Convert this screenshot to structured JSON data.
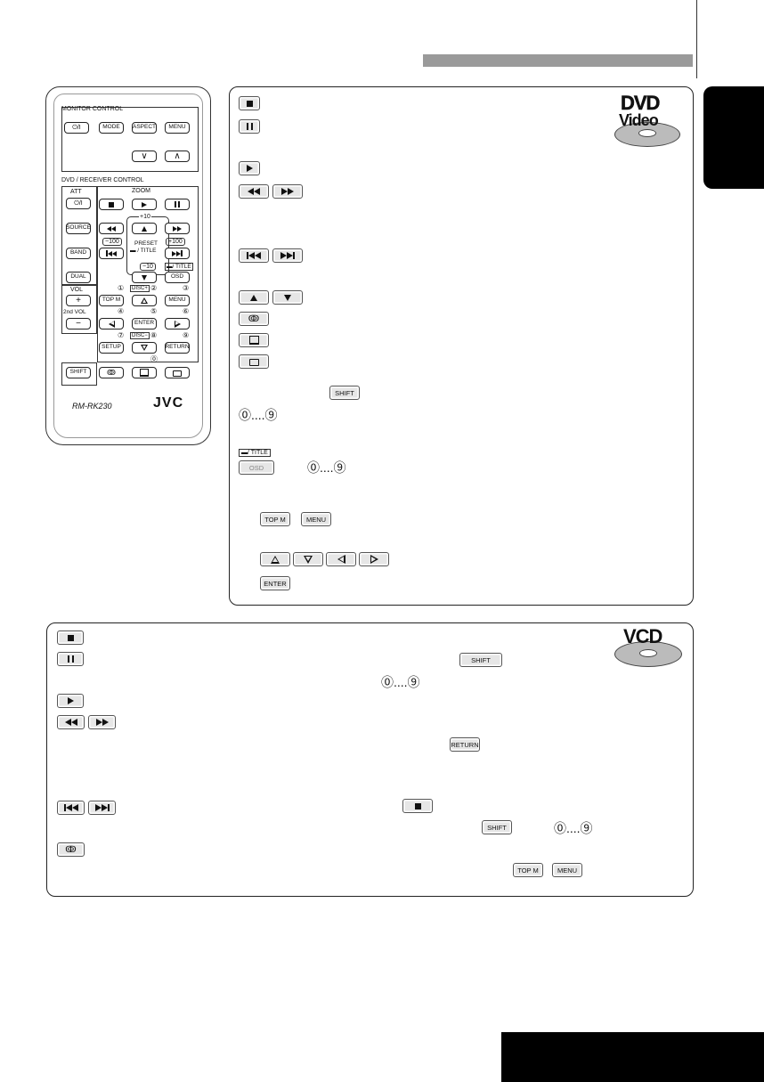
{
  "remote": {
    "monitor_control": "MONITOR  CONTROL",
    "dvd_receiver_control": "DVD / RECEIVER  CONTROL",
    "power_label": "⏻/I",
    "mode": "MODE",
    "aspect": "ASPECT",
    "menu": "MENU",
    "att": "ATT",
    "source": "SOURCE",
    "band": "BAND",
    "dual": "DUAL",
    "vol": "VOL",
    "plus": "+",
    "second_vol": "2nd  VOL",
    "minus": "−",
    "zoom": "ZOOM",
    "plus10": "+10",
    "minus100": "−100",
    "plus100": "+100",
    "minus10": "−10",
    "preset": "PRESET",
    "title_folder": "▬ / TITLE",
    "title_tag": "▬/ TITLE",
    "osd": "OSD",
    "top_m": "TOP M",
    "disc_plus": "DISC+",
    "disc_minus": "DISC−",
    "enter": "ENTER",
    "setup": "SETUP",
    "return": "RETURN",
    "shift": "SHIFT",
    "model": "RM-RK230",
    "brand": "JVC",
    "num1": "①",
    "num2": "②",
    "num3": "③",
    "num4": "④",
    "num5": "⑤",
    "num6": "⑥",
    "num7": "⑦",
    "num8": "⑧",
    "num9": "⑨",
    "num0": "⓪"
  },
  "dvd_panel": {
    "logo_top": "DVD",
    "logo_bottom": "Video",
    "shift": "SHIFT",
    "digits": "⓪....⑨",
    "title_tag": "▬/ TITLE",
    "osd": "OSD",
    "top_m": "TOP M",
    "menu": "MENU",
    "enter": "ENTER"
  },
  "vcd_panel": {
    "logo": "VCD",
    "shift": "SHIFT",
    "digits": "⓪....⑨",
    "return": "RETURN",
    "top_m": "TOP M",
    "menu": "MENU"
  },
  "colors": {
    "header_bar": "#9a9a9a",
    "side_tab": "#000000",
    "page_tab": "#000000",
    "button_gray": "#e6e6e6"
  }
}
